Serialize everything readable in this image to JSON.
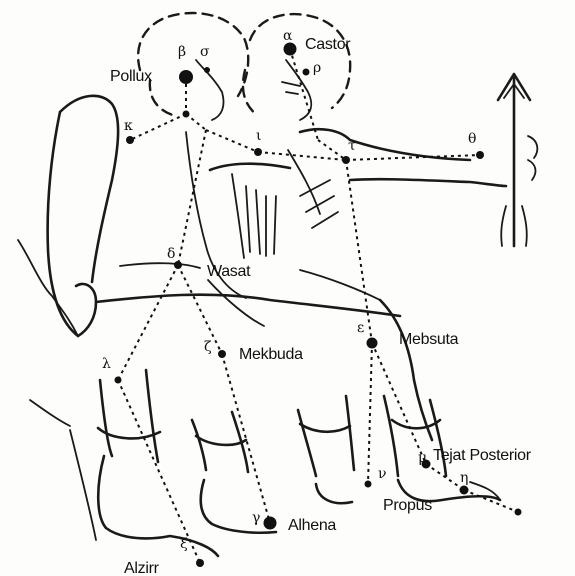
{
  "stars": [
    {
      "name": "Pollux",
      "greek": "β"
    },
    {
      "name": "Castor",
      "greek": "α"
    },
    {
      "name": "Wasat",
      "greek": "δ"
    },
    {
      "name": "Mekbuda",
      "greek": "ζ"
    },
    {
      "name": "Mebsuta",
      "greek": "ε"
    },
    {
      "name": "Tejat Posterior",
      "greek": "μ"
    },
    {
      "name": "Propus",
      "greek": "η"
    },
    {
      "name": "Alhena",
      "greek": "γ"
    },
    {
      "name": "Alzirr",
      "greek": "ξ"
    }
  ],
  "minor_letters": [
    "σ",
    "ρ",
    "κ",
    "ι",
    "τ",
    "θ",
    "λ",
    "ν"
  ]
}
